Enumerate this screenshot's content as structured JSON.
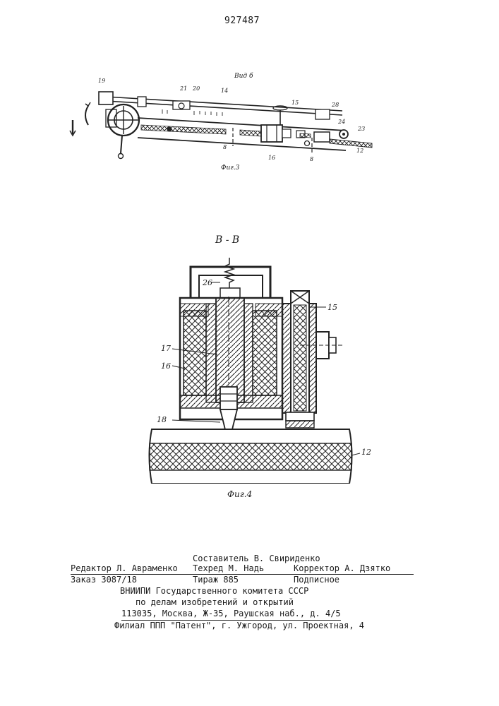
{
  "patent_number": "927487",
  "fig3": {
    "view_label": "Вид б",
    "caption": "Фиг.3",
    "part_labels": [
      "19",
      "21",
      "20",
      "14",
      "15",
      "28",
      "24",
      "23",
      "12",
      "8",
      "16",
      "8"
    ]
  },
  "fig4": {
    "section_label": "В - В",
    "caption": "Фиг.4",
    "part_labels": [
      "26",
      "15",
      "17",
      "16",
      "18",
      "12"
    ]
  },
  "imprint": {
    "compiler": "Составитель В. Свириденко",
    "editor": "Редактор Л. Авраменко",
    "techred": "Техред М. Надь",
    "corrector": "Корректор А. Дзятко",
    "order": "Заказ 3087/18",
    "circulation": "Тираж 885",
    "subscription": "Подписное",
    "org_line1": "ВНИИПИ Государственного комитета СССР",
    "org_line2": "по делам изобретений и открытий",
    "address": "113035, Москва, Ж-35, Раушская наб., д. 4/5",
    "branch": "Филиал ППП \"Патент\", г. Ужгород, ул. Проектная, 4"
  }
}
